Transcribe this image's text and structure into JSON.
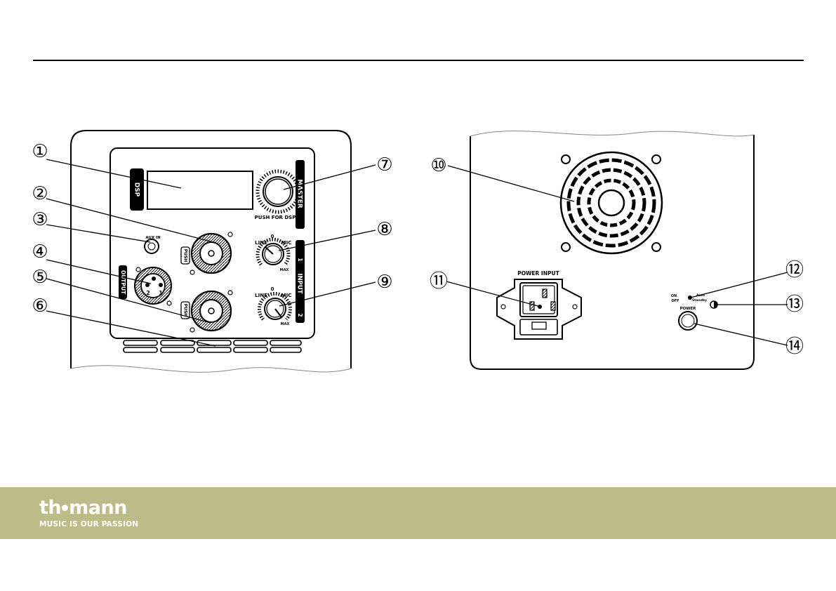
{
  "callouts": {
    "c1": "①",
    "c2": "②",
    "c3": "③",
    "c4": "④",
    "c5": "⑤",
    "c6": "⑥",
    "c7": "⑦",
    "c8": "⑧",
    "c9": "⑨",
    "c10": "⑩",
    "c11": "⑪",
    "c12": "⑫",
    "c13": "⑬",
    "c14": "⑭"
  },
  "front_panel": {
    "dsp": "DSP",
    "master": "MASTER",
    "push_for_dsp": "PUSH FOR DSP",
    "aux_in": "AUX IN",
    "push": "PUSH",
    "output": "OUTPUT",
    "xlr_pin_2": "2",
    "xlr_pin_1": "1",
    "input": "INPUT",
    "input_1": "1",
    "input_2": "2",
    "line": "LINE",
    "mic": "MIC",
    "zero": "0",
    "max": "MAX"
  },
  "rear_panel": {
    "power_input": "POWER INPUT",
    "on": "ON",
    "off": "OFF",
    "auto": "Auto",
    "standby": "Standby",
    "power": "POWER"
  },
  "footer": {
    "logo_left": "th",
    "logo_right": "mann",
    "tagline": "MUSIC IS OUR PASSION",
    "background_color": "#bdbb87"
  }
}
